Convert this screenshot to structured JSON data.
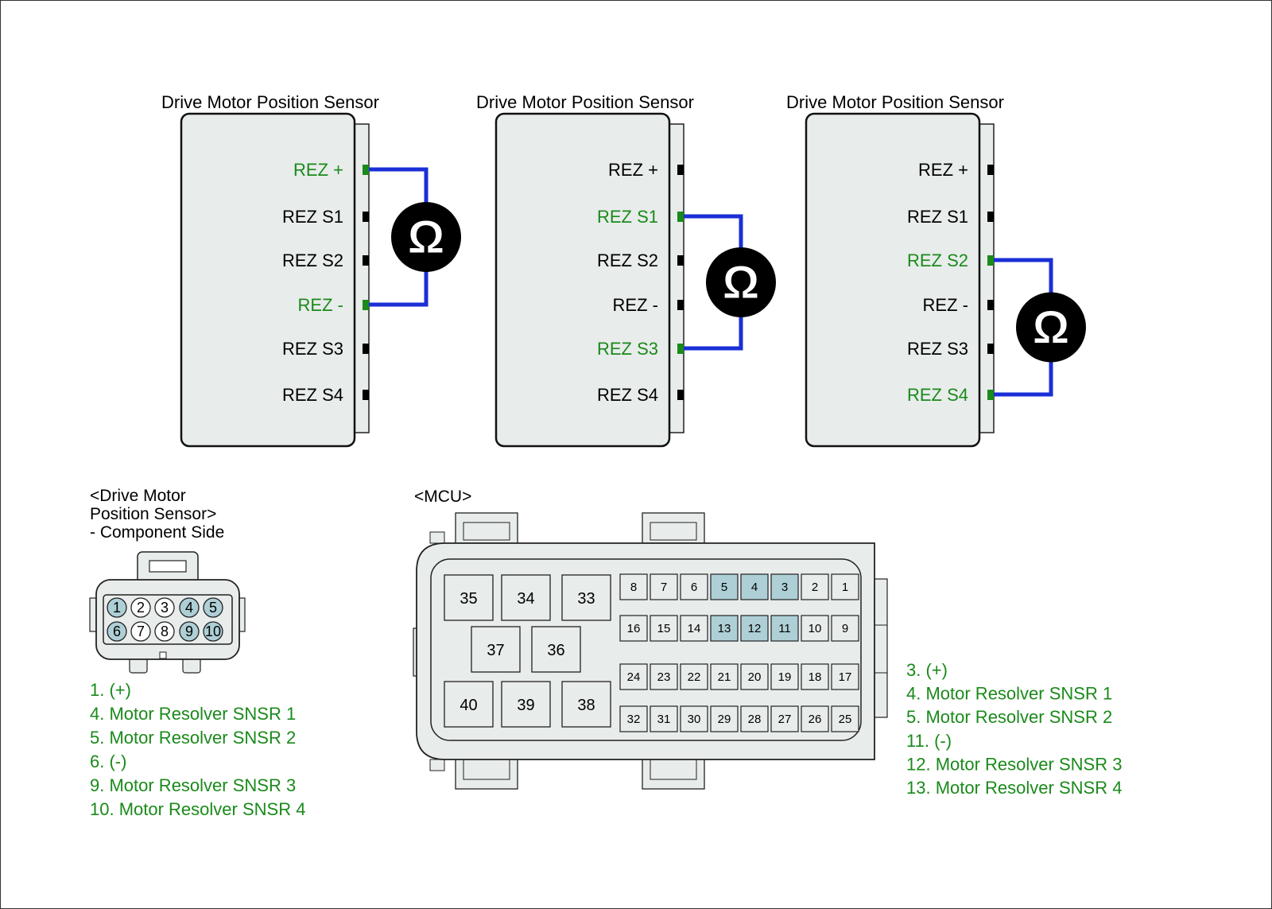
{
  "colors": {
    "active": "#1a8a1a",
    "inactive": "#000000",
    "wire": "#1a2fd6",
    "body": "#e8eceb",
    "highlight": "#aecfd6"
  },
  "sensor_views": [
    {
      "title": "Drive Motor Position Sensor",
      "pins": [
        {
          "label": "REZ +",
          "active": true
        },
        {
          "label": "REZ S1",
          "active": false
        },
        {
          "label": "REZ S2",
          "active": false
        },
        {
          "label": "REZ -",
          "active": true
        },
        {
          "label": "REZ S3",
          "active": false
        },
        {
          "label": "REZ S4",
          "active": false
        }
      ],
      "meter_symbol": "Ω"
    },
    {
      "title": "Drive Motor Position Sensor",
      "pins": [
        {
          "label": "REZ +",
          "active": false
        },
        {
          "label": "REZ S1",
          "active": true
        },
        {
          "label": "REZ S2",
          "active": false
        },
        {
          "label": "REZ -",
          "active": false
        },
        {
          "label": "REZ S3",
          "active": true
        },
        {
          "label": "REZ S4",
          "active": false
        }
      ],
      "meter_symbol": "Ω"
    },
    {
      "title": "Drive Motor Position Sensor",
      "pins": [
        {
          "label": "REZ +",
          "active": false
        },
        {
          "label": "REZ S1",
          "active": false
        },
        {
          "label": "REZ S2",
          "active": true
        },
        {
          "label": "REZ -",
          "active": false
        },
        {
          "label": "REZ S3",
          "active": false
        },
        {
          "label": "REZ S4",
          "active": true
        }
      ],
      "meter_symbol": "Ω"
    }
  ],
  "sensor_connector": {
    "header_line1": "<Drive Motor",
    "header_line2": "Position Sensor>",
    "header_line3": "- Component Side",
    "top_row": [
      "1",
      "2",
      "3",
      "4",
      "5"
    ],
    "bottom_row": [
      "6",
      "7",
      "8",
      "9",
      "10"
    ],
    "highlighted": [
      "1",
      "4",
      "5",
      "6",
      "9",
      "10"
    ],
    "legend": [
      "1. (+)",
      "4. Motor Resolver SNSR 1",
      "5. Motor Resolver SNSR 2",
      "6. (-)",
      "9. Motor Resolver SNSR 3",
      "10. Motor Resolver SNSR 4"
    ]
  },
  "mcu_connector": {
    "header": "<MCU>",
    "big_pins": [
      "35",
      "34",
      "33",
      "37",
      "36",
      "40",
      "39",
      "38"
    ],
    "rows": [
      [
        "8",
        "7",
        "6",
        "5",
        "4",
        "3",
        "2",
        "1"
      ],
      [
        "16",
        "15",
        "14",
        "13",
        "12",
        "11",
        "10",
        "9"
      ],
      [
        "24",
        "23",
        "22",
        "21",
        "20",
        "19",
        "18",
        "17"
      ],
      [
        "32",
        "31",
        "30",
        "29",
        "28",
        "27",
        "26",
        "25"
      ]
    ],
    "highlighted": [
      "3",
      "4",
      "5",
      "11",
      "12",
      "13"
    ],
    "legend": [
      "3. (+)",
      "4. Motor Resolver SNSR 1",
      "5. Motor Resolver SNSR 2",
      "11. (-)",
      "12. Motor Resolver SNSR 3",
      "13. Motor Resolver SNSR 4"
    ]
  }
}
